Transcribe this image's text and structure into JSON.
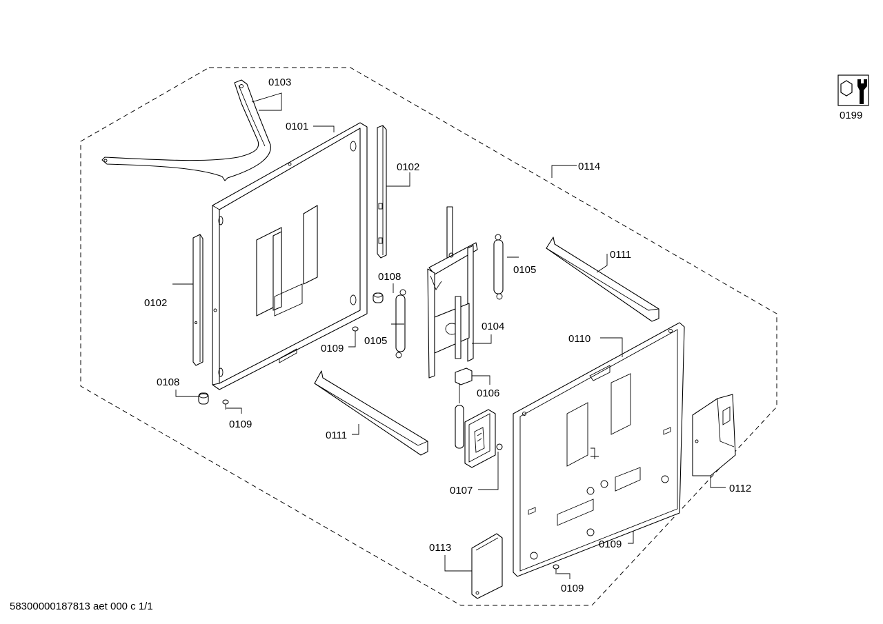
{
  "labels": {
    "p0101": "0101",
    "p0102a": "0102",
    "p0102b": "0102",
    "p0103": "0103",
    "p0104": "0104",
    "p0105a": "0105",
    "p0105b": "0105",
    "p0106": "0106",
    "p0107": "0107",
    "p0108a": "0108",
    "p0108b": "0108",
    "p0109a": "0109",
    "p0109b": "0109",
    "p0109c": "0109",
    "p0109d": "0109",
    "p0110": "0110",
    "p0111a": "0111",
    "p0111b": "0111",
    "p0112": "0112",
    "p0113": "0113",
    "p0114": "0114",
    "p0199": "0199"
  },
  "footer": "58300000187813 aet 000 c 1/1",
  "icons": {
    "p0199": "hex-nut-wrench-icon"
  }
}
